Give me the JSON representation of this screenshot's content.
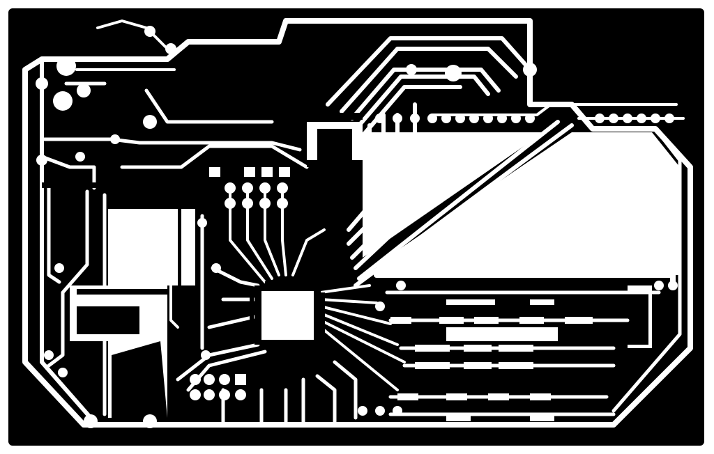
{
  "image": {
    "kind": "PCB copper layer artwork",
    "colors": {
      "background": "#ffffff",
      "copper_fill": "#000000",
      "traces": "#ffffff"
    }
  },
  "components": {
    "main_mcu": "qfp-ic",
    "upper_mcu": "qfp-ic",
    "left_mcu": "qfp-ic",
    "header_pads": "through-hole-pad-row"
  }
}
